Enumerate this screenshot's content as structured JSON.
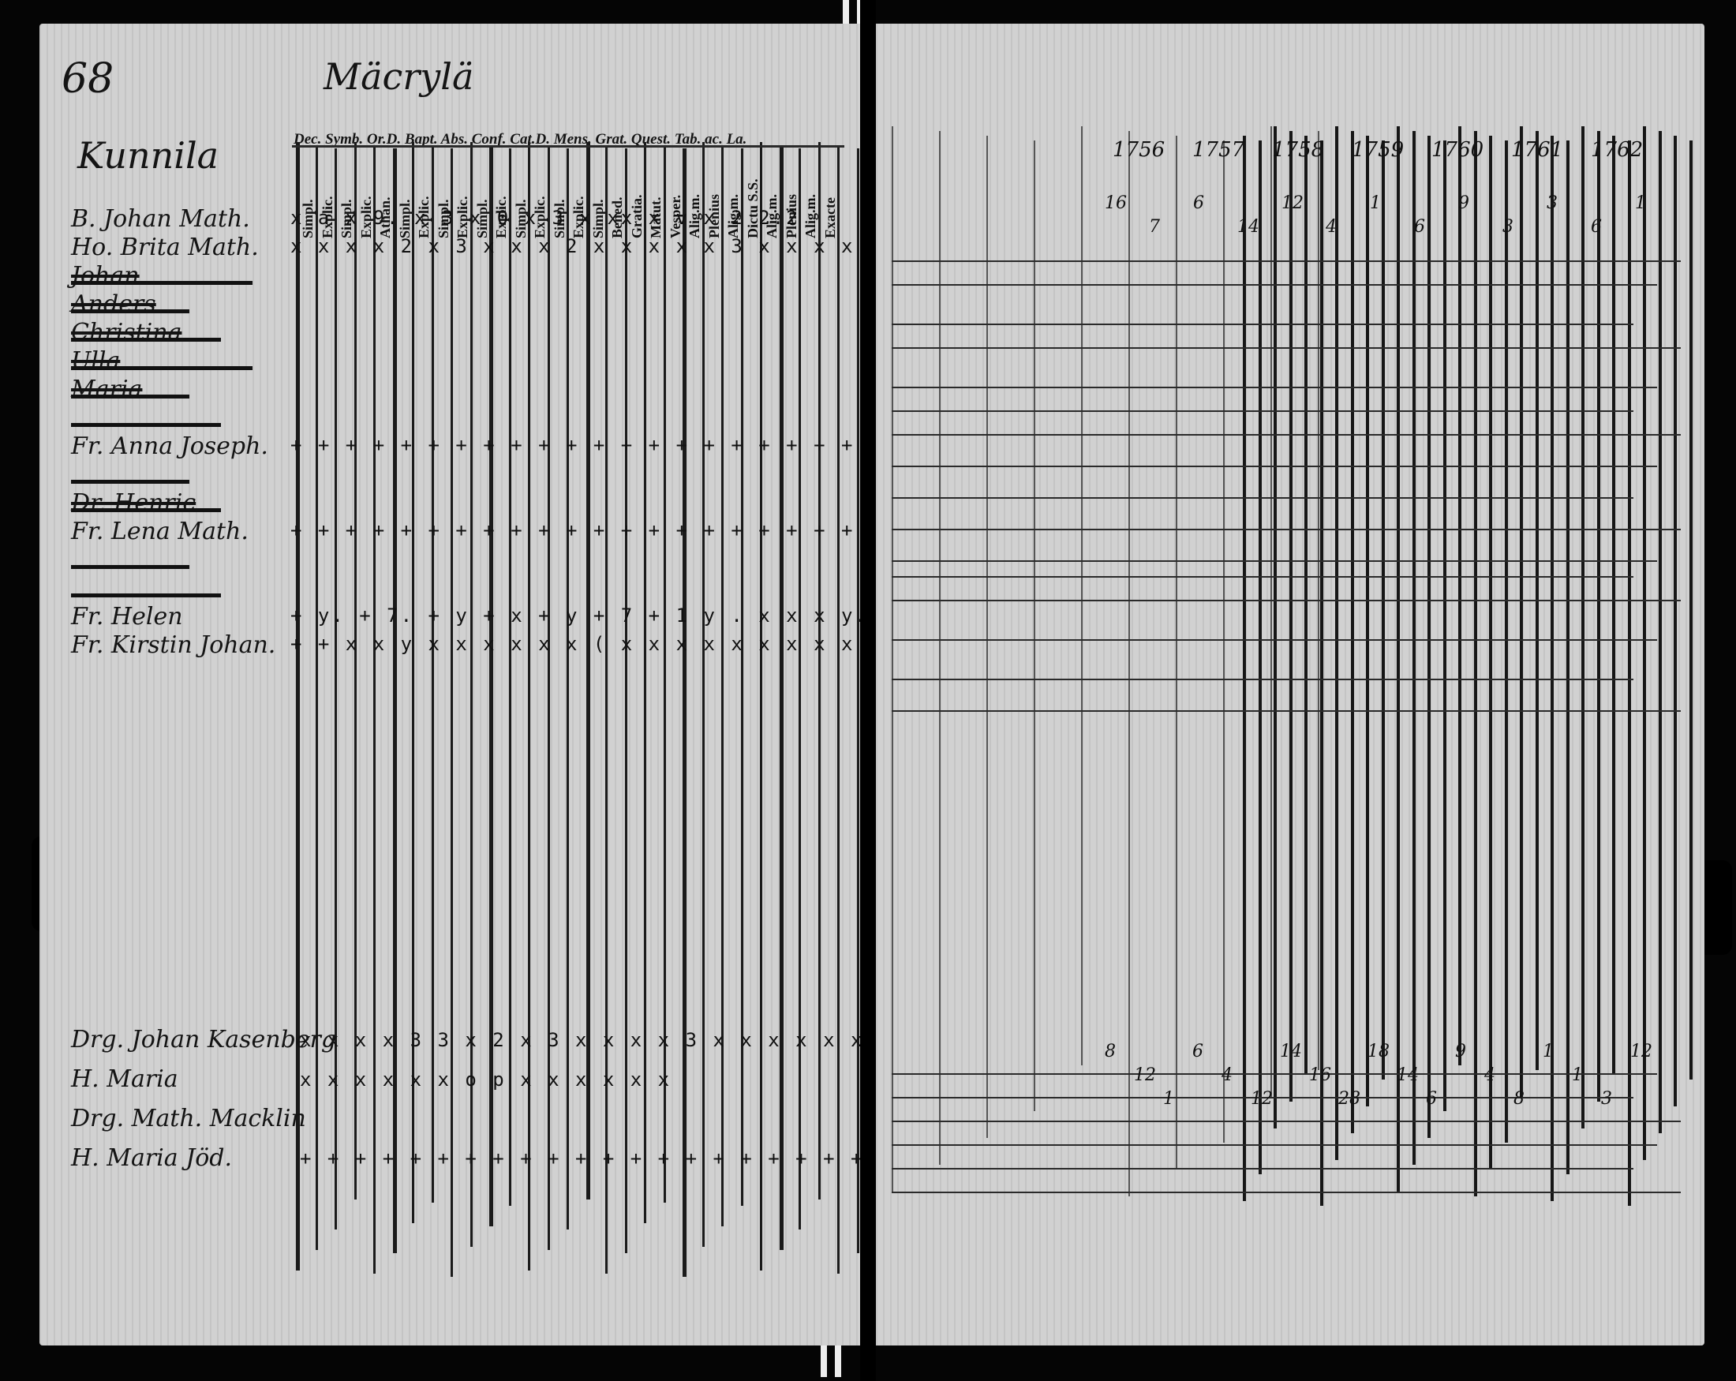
{
  "left_page": {
    "page_number": "68",
    "village": "Kunnila",
    "farm": "Mäcrylä",
    "header_print": "Dec. Symb. Or.D. Bapt. Abs. Conf. Cat.D. Mens. Grat. Quest. Tab. ac. La.",
    "columns": [
      "Simpl.",
      "Explic.",
      "Simpl.",
      "Explic.",
      "Athan.",
      "Simpl.",
      "Explic.",
      "Simpl.",
      "Explic.",
      "Simpl.",
      "Explic.",
      "Simpl.",
      "Explic.",
      "Simpl.",
      "Explic.",
      "Simpl.",
      "Bened.",
      "Gratia.",
      "Matut.",
      "Vesper.",
      "Alig.m.",
      "Plenius",
      "Alig.m.",
      "Dictu S.S.",
      "Alig.m.",
      "Plenius",
      "Alig.m.",
      "Exacte"
    ],
    "persons": [
      {
        "name": "B. Johan Math.",
        "marks": "x a  x 9.  x 3 x 0  x 3  x xx  x v  x 2  2.2",
        "struck": false
      },
      {
        "name": "Ho. Brita Math.",
        "marks": "x x  x x 2  x 3  x x  x 2  x x x x  x 3  x x x x  x",
        "struck": false
      },
      {
        "name": "Johan",
        "marks": "",
        "struck": true
      },
      {
        "name": "Anders",
        "marks": "",
        "struck": true
      },
      {
        "name": "Christina",
        "marks": "",
        "struck": true
      },
      {
        "name": "Ulla",
        "marks": "",
        "struck": true
      },
      {
        "name": "Maria",
        "marks": "",
        "struck": true
      },
      {
        "name": "",
        "marks": "",
        "struck": true
      },
      {
        "name": "Fr. Anna Joseph.",
        "marks": "+ +  + + +  + +  + +  + +  + + +  + + +  + + +  + +",
        "struck": false
      },
      {
        "name": "",
        "marks": "",
        "struck": true
      },
      {
        "name": "Dr. Henric",
        "marks": "",
        "struck": true
      },
      {
        "name": "Fr. Lena Math.",
        "marks": "+ +  + + +  + +  + +  + +  + + + +  + + +  + + +  + +",
        "struck": false
      },
      {
        "name": "",
        "marks": "",
        "struck": true
      },
      {
        "name": "",
        "marks": "",
        "struck": true
      },
      {
        "name": "Fr. Helen",
        "marks": "+ y.  + 7.  + y  + x  + y  + 7  + 1  y . x x  x y.  x x",
        "struck": false
      },
      {
        "name": "Fr. Kirstin Johan.",
        "marks": "+ +  x x y  x x  x x  x x  ( x x  x x  x x  x x  x x",
        "struck": false
      }
    ],
    "persons_lower": [
      {
        "name": "Drg. Johan Kasenberg",
        "marks": "x x  x x  3 3  x 2  x 3  x x x  x 3  x x x x x x 0   x x"
      },
      {
        "name": "H. Maria",
        "marks": "x  x  x  x x  x  o  p x x  x  x x x"
      },
      {
        "name": "Drg. Math. Macklin",
        "marks": ""
      },
      {
        "name": "H. Maria Jöd.",
        "marks": "+ +  + + +  + + +  + + +  + + +  + + +  + + +  + +   + + +"
      }
    ]
  },
  "right_page": {
    "years": [
      "1756",
      "1757",
      "1758",
      "1759",
      "1760",
      "1761",
      "1762"
    ],
    "upper_tallies": [
      "16",
      "7",
      "6",
      "14",
      "12",
      "4",
      "1",
      "6",
      "9",
      "3",
      "3",
      "6",
      "1"
    ],
    "lower_tallies": [
      "8",
      "12",
      "1",
      "6",
      "4",
      "12",
      "14",
      "16",
      "28",
      "18",
      "14",
      "6",
      "9",
      "4",
      "8",
      "1",
      "1",
      "3",
      "12"
    ]
  }
}
